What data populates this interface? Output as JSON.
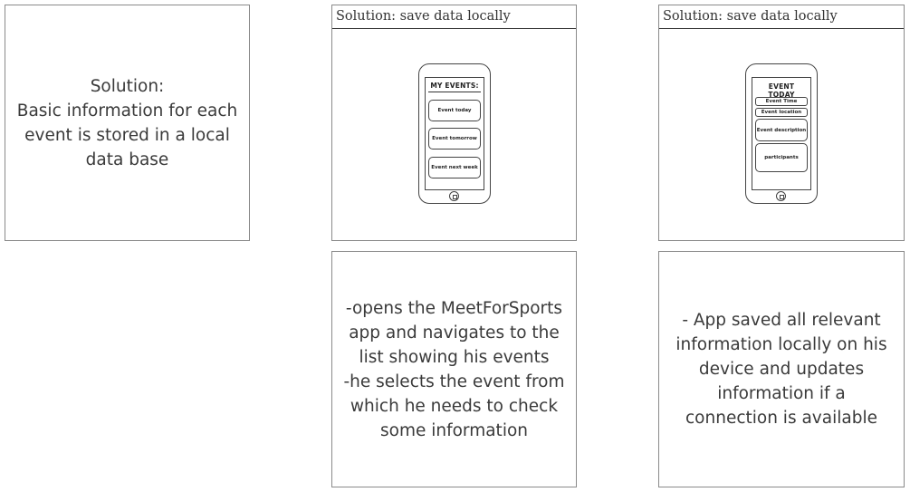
{
  "panel_left": {
    "text": "Solution:\nBasic information for each\nevent is stored in a local\ndata base"
  },
  "frame_middle": {
    "title": "Solution: save data locally",
    "phone": {
      "screen_title": "MY EVENTS:",
      "buttons": [
        "Event today",
        "Event tomorrow",
        "Event next week"
      ]
    }
  },
  "frame_right": {
    "title": "Solution: save data locally",
    "phone": {
      "screen_title": "EVENT TODAY",
      "fields": [
        "Event Time",
        "Event location",
        "Event description",
        "participants"
      ]
    }
  },
  "panel_bottom_middle": {
    "text": "-opens the MeetForSports\napp and navigates to the\nlist showing his events\n-he selects the event from\nwhich he needs to check\nsome information"
  },
  "panel_bottom_right": {
    "text": "- App saved all relevant\ninformation locally on his\ndevice and updates\ninformation if a\nconnection is available"
  }
}
